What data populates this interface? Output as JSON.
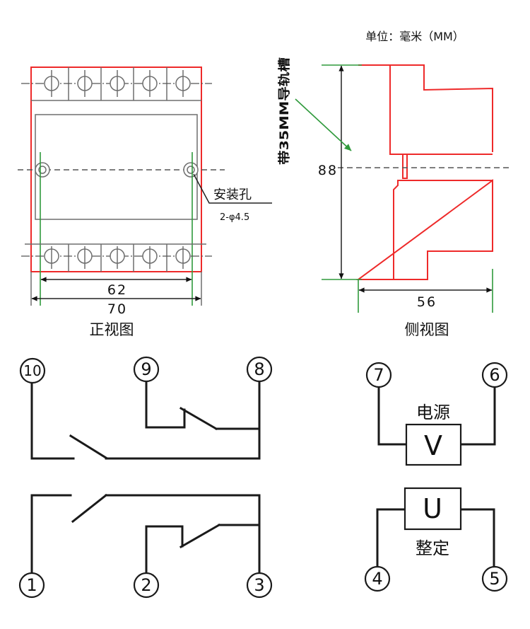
{
  "unit_label": "单位：毫米（MM）",
  "front_view": {
    "title": "正视图",
    "mount_hole_label": "安装孔",
    "mount_hole_spec": "2-φ4.5",
    "dim_hole_spacing": "62",
    "dim_width": "70"
  },
  "side_view": {
    "title": "侧视图",
    "rail_label": "带35MM导轨槽",
    "dim_height": "88",
    "dim_depth": "56"
  },
  "wiring": {
    "terminals": [
      "10",
      "9",
      "8",
      "7",
      "6",
      "1",
      "2",
      "3",
      "4",
      "5"
    ],
    "power_label": "电源",
    "power_symbol": "V",
    "setting_label": "整定",
    "setting_symbol": "U"
  },
  "colors": {
    "outline": "#ee2a2a",
    "dimension_guide": "#2f9a3c",
    "wire": "#1a1a1a",
    "hidden_line": "#555555"
  }
}
